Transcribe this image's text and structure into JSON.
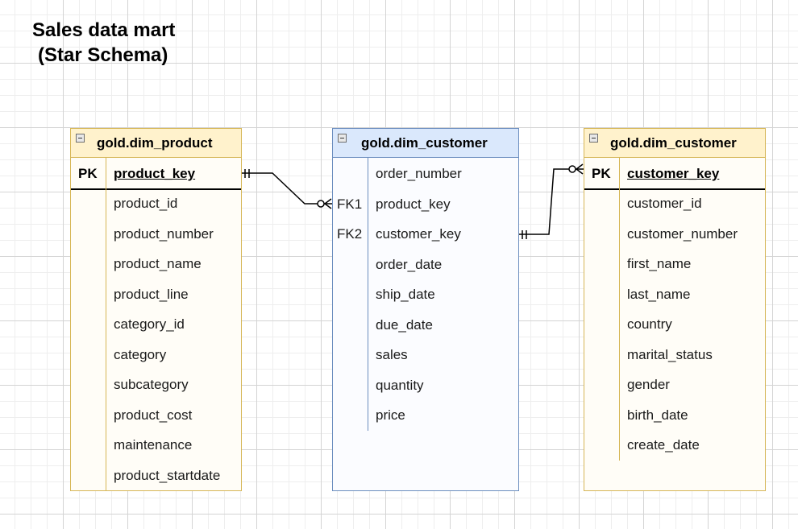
{
  "title": {
    "line1": "Sales data mart",
    "line2": "(Star Schema)"
  },
  "tables": {
    "product": {
      "name": "gold.dim_product",
      "pk_label": "PK",
      "pk_field": "product_key",
      "fields": [
        "product_id",
        "product_number",
        "product_name",
        "product_line",
        "category_id",
        "category",
        "subcategory",
        "product_cost",
        "maintenance",
        "product_startdate"
      ],
      "header_color": "#fff2cc",
      "border_color": "#d6b656"
    },
    "fact": {
      "name": "gold.dim_customer",
      "rows": [
        {
          "key": "",
          "field": "order_number"
        },
        {
          "key": "FK1",
          "field": "product_key"
        },
        {
          "key": "FK2",
          "field": "customer_key"
        },
        {
          "key": "",
          "field": "order_date"
        },
        {
          "key": "",
          "field": "ship_date"
        },
        {
          "key": "",
          "field": "due_date"
        },
        {
          "key": "",
          "field": "sales"
        },
        {
          "key": "",
          "field": "quantity"
        },
        {
          "key": "",
          "field": "price"
        }
      ],
      "header_color": "#dae8fc",
      "border_color": "#6c8ebf"
    },
    "customer": {
      "name": "gold.dim_customer",
      "pk_label": "PK",
      "pk_field": "customer_key",
      "fields": [
        "customer_id",
        "customer_number",
        "first_name",
        "last_name",
        "country",
        "marital_status",
        "gender",
        "birth_date",
        "create_date"
      ],
      "header_color": "#fff2cc",
      "border_color": "#d6b656"
    }
  },
  "relationships": [
    {
      "from": "gold.dim_product.product_key",
      "from_cardinality": "exactly-one",
      "to": "FK1 product_key",
      "to_cardinality": "zero-or-many"
    },
    {
      "from": "FK2 customer_key",
      "from_cardinality": "exactly-one",
      "to": "gold.dim_customer.customer_key",
      "to_cardinality": "zero-or-many"
    }
  ],
  "icons": {
    "collapse": "collapse-minus-icon"
  }
}
